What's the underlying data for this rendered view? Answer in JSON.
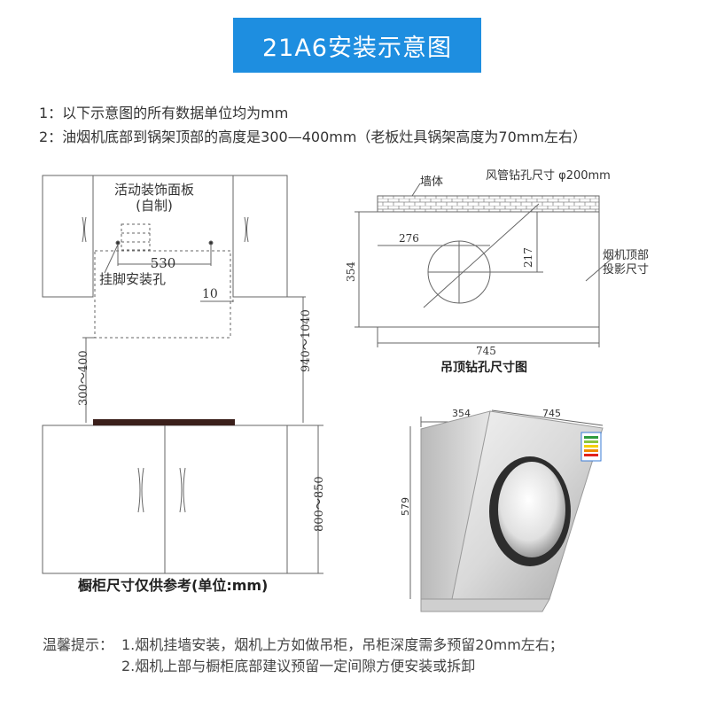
{
  "title": "21A6安装示意图",
  "notes": [
    "1：以下示意图的所有数据单位均为mm",
    "2：油烟机底部到锅架顶部的高度是300—400mm（老板灶具锅架高度为70mm左右）"
  ],
  "cabinet_diagram": {
    "panel_label_1": "活动装饰面板",
    "panel_label_2": "(自制)",
    "dim_530": "530",
    "hook_label": "挂脚安装孔",
    "dim_10": "10",
    "dim_300_400": "300～400",
    "dim_940_1040": "940～1040",
    "dim_800_850": "800～850",
    "caption": "橱柜尺寸仅供参考(单位:mm)"
  },
  "ceiling_diagram": {
    "wall_label": "墙体",
    "duct_label": "风管钻孔尺寸 φ200mm",
    "dim_276": "276",
    "dim_217": "217",
    "dim_354": "354",
    "dim_745": "745",
    "projection_label_1": "烟机顶部",
    "projection_label_2": "投影尺寸",
    "caption": "吊顶钻孔尺寸图"
  },
  "hood_diagram": {
    "dim_354": "354",
    "dim_745": "745",
    "dim_579": "579"
  },
  "tips": {
    "prefix": "温馨提示：",
    "line1": "1.烟机挂墙安装，烟机上方如做吊柜，吊柜深度需多预留20mm左右；",
    "line2": "2.烟机上部与橱柜底部建议预留一定间隙方便安装或拆卸"
  }
}
